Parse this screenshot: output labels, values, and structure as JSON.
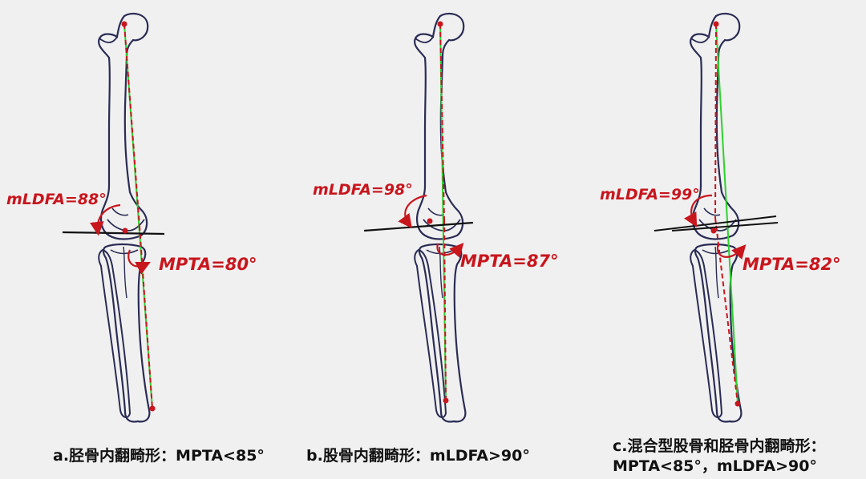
{
  "panels": [
    {
      "id": "a",
      "mldfa": "mLDFA=88°",
      "mpta": "MPTA=80°",
      "caption_lines": [
        "a.胫骨内翻畸形：MPTA<85°"
      ]
    },
    {
      "id": "b",
      "mldfa": "mLDFA=98°",
      "mpta": "MPTA=87°",
      "caption_lines": [
        "b.股骨内翻畸形：mLDFA>90°"
      ]
    },
    {
      "id": "c",
      "mldfa": "mLDFA=99°",
      "mpta": "MPTA=82°",
      "caption_lines": [
        "c.混合型股骨和胫骨内翻畸形：",
        "MPTA<85°，mLDFA>90°"
      ]
    }
  ],
  "colors": {
    "bone_outline": "#2a2c55",
    "mechanical_axis": "#2ed12e",
    "reference_axis": "#c8161d",
    "joint_line": "#111111",
    "label": "#c8161d"
  }
}
